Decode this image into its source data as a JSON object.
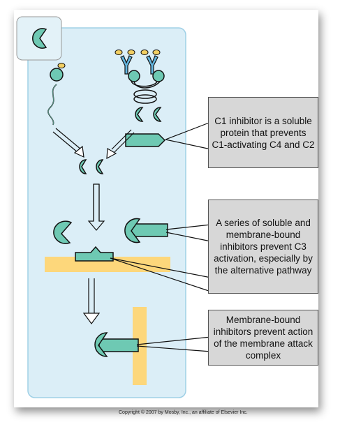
{
  "panel_badge": "C",
  "callouts": {
    "c1_inhibitor": "C1 inhibitor is a soluble protein that prevents C1-activating C4 and C2",
    "c3_inhibitors": "A series of soluble and membrane-bound inhibitors prevent C3 activation, especially by the alternative pathway",
    "mac_inhibitors": "Membrane-bound inhibitors prevent action of the membrane attack complex"
  },
  "copyright": "Copyright © 2007 by Mosby, Inc., an affiliate of Elsevier Inc.",
  "colors": {
    "panel_bg": "#dbeef7",
    "protein_teal": "#6ec9b3",
    "antibody_blue": "#63b6e0",
    "antigen_yellow": "#f2cf63",
    "membrane_yellow": "#fdd77b",
    "callout_gray": "#d7d7d7"
  }
}
